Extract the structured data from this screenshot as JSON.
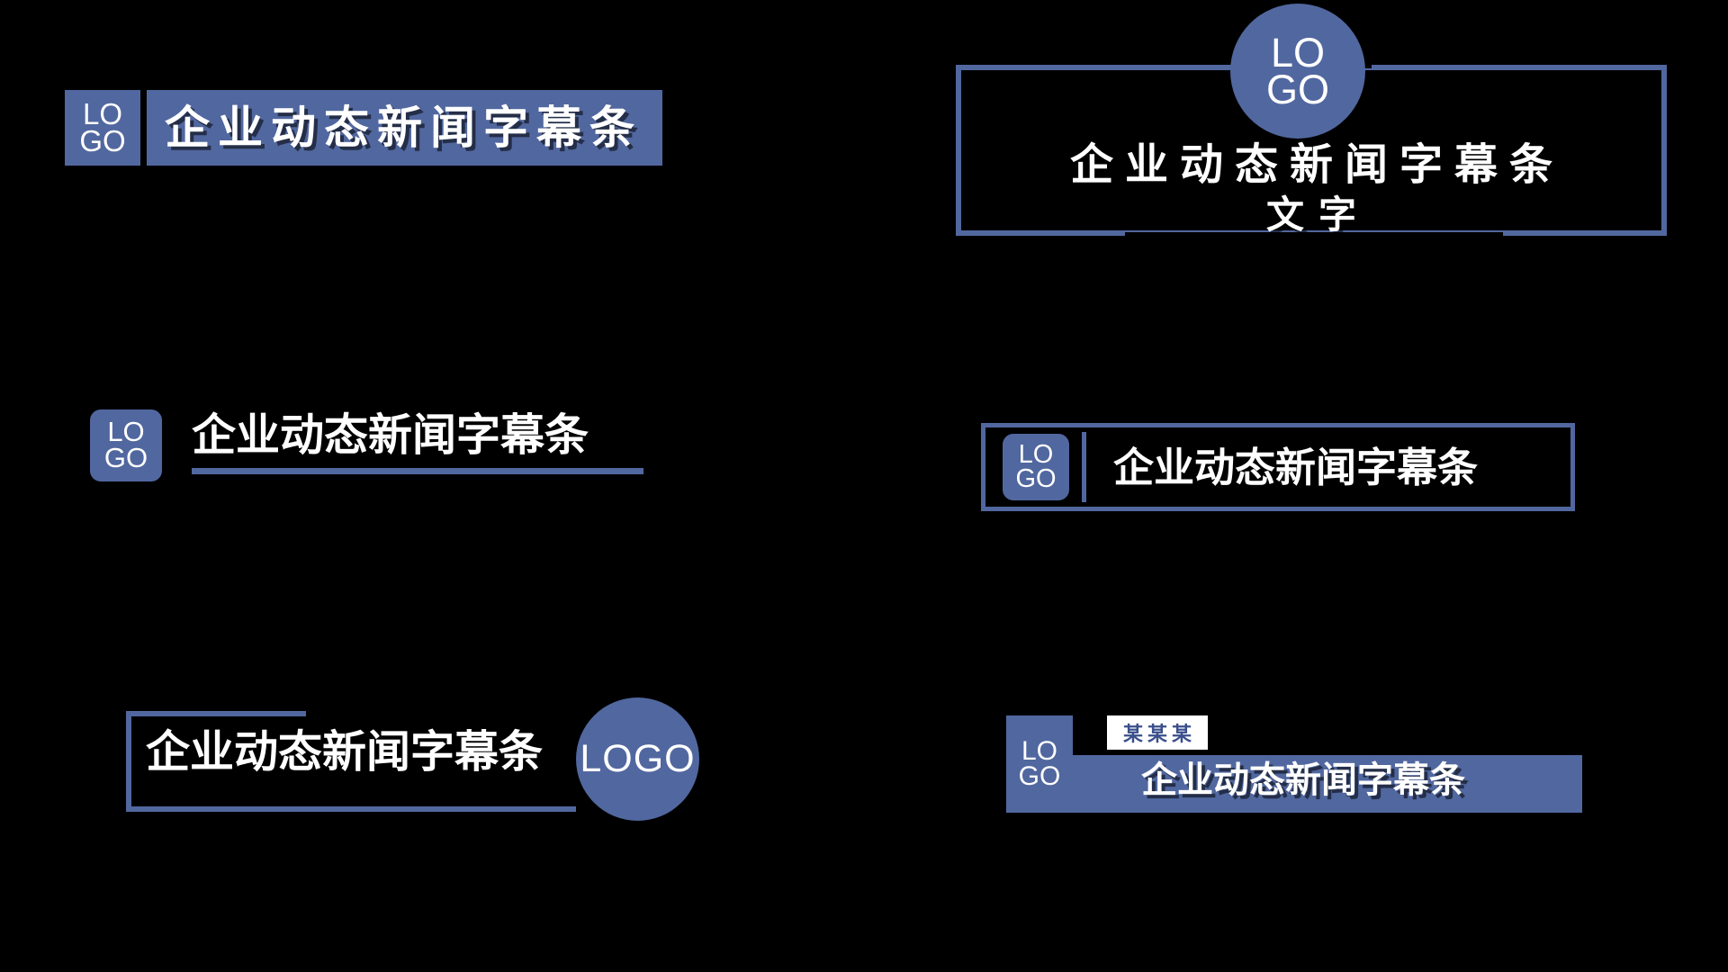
{
  "canvas": {
    "background_color": "#000000",
    "accent_color": "#51679f",
    "text_color": "#ffffff",
    "tag_text_color": "#3a4f8c"
  },
  "banners": [
    {
      "id": "solid-bar-banner",
      "logo_line1": "LO",
      "logo_line2": "GO",
      "title": "企业动态新闻字幕条"
    },
    {
      "id": "outlined-frame-banner",
      "logo_line1": "LO",
      "logo_line2": "GO",
      "title": "企业动态新闻字幕条",
      "subtitle": "文字"
    },
    {
      "id": "underline-banner",
      "logo_line1": "LO",
      "logo_line2": "GO",
      "title": "企业动态新闻字幕条"
    },
    {
      "id": "boxed-divider-banner",
      "logo_line1": "LO",
      "logo_line2": "GO",
      "title": "企业动态新闻字幕条"
    },
    {
      "id": "bracket-circle-banner",
      "title": "企业动态新闻字幕条",
      "circle_label": "LOGO"
    },
    {
      "id": "tagged-block-banner",
      "logo_line1": "LO",
      "logo_line2": "GO",
      "tag": "某某某",
      "title": "企业动态新闻字幕条"
    }
  ]
}
